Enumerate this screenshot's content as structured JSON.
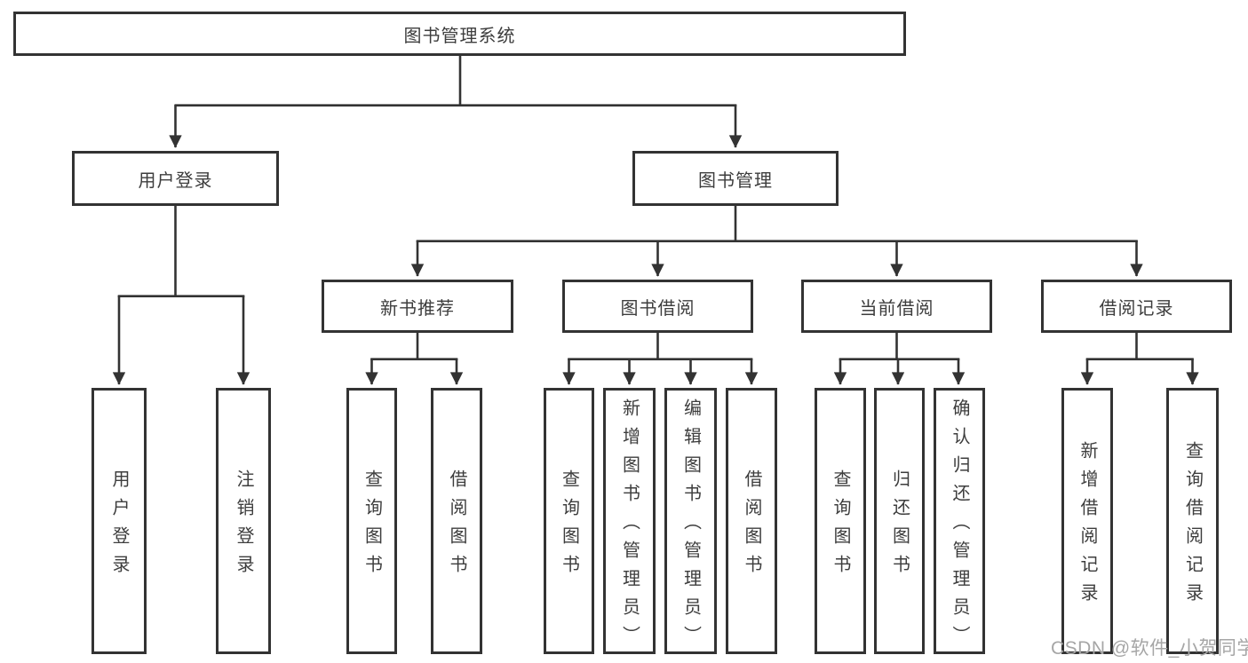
{
  "colors": {
    "line": "#333333",
    "box_border": "#333333",
    "box_fill": "#ffffff",
    "text": "#3d3d3d",
    "watermark": "#a6a6a6",
    "background": "#ffffff"
  },
  "diagram": {
    "root": "图书管理系统",
    "level2": [
      "用户登录",
      "图书管理"
    ],
    "level3": [
      "新书推荐",
      "图书借阅",
      "当前借阅",
      "借阅记录"
    ],
    "leaves": {
      "user_login": [
        "用户登录",
        "注销登录"
      ],
      "new_books": [
        "查询图书",
        "借阅图书"
      ],
      "book_borrow": [
        "查询图书",
        "新增图书（管理员）",
        "编辑图书（管理员）",
        "借阅图书"
      ],
      "current_borrow": [
        "查询图书",
        "归还图书",
        "确认归还（管理员）"
      ],
      "borrow_records": [
        "新增借阅记录",
        "查询借阅记录"
      ]
    }
  },
  "watermark": "CSDN @软件_小贺同学"
}
